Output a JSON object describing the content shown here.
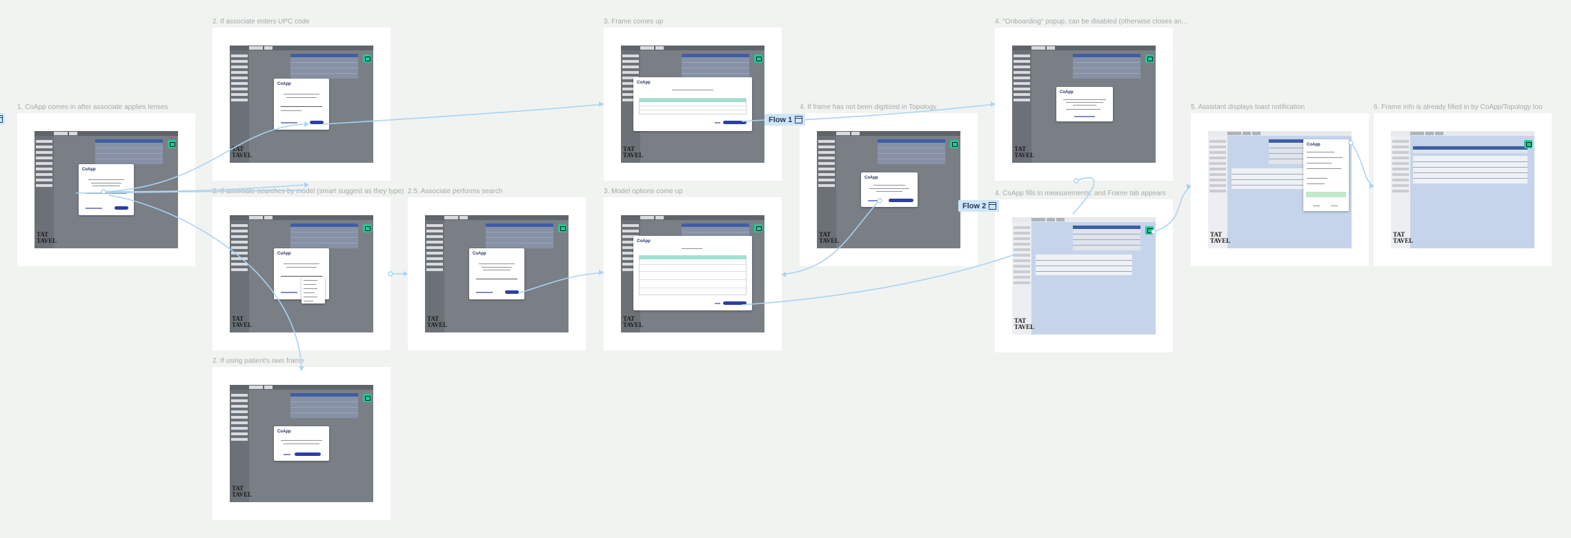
{
  "labels": {
    "f1": "1. CoApp comes in after associate applies lenses",
    "f2a": "2. If associate enters UPC code",
    "f2b": "2. If associate searches by model (smart suggest as they type)",
    "f2c": "2. If using patient's own frame",
    "f25": "2.5. Associate performs search",
    "f3a": "3. Frame comes up",
    "f3b": "3. Model options come up",
    "f4a": "4. If frame has not been digitized in Topology",
    "f4b": "4. \"Onboarding\" popup, can be disabled (otherwise closes an...",
    "f4c": "4. CoApp fills in measurements, and Frame tab appears",
    "f5": "5. Assistant displays toast notification",
    "f6": "6. Frame info is already filled in by CoApp/Topology too"
  },
  "flows": {
    "flow1": "Flow 1",
    "flow2": "Flow 2"
  },
  "screen": {
    "logo": "CoApp",
    "brand_line1": "TAT",
    "brand_line2": "TAVEL"
  },
  "colors": {
    "background": "#f1f3f1",
    "screenshot_bg": "#7a7f86",
    "connector": "#a9d3f2",
    "flow_tag": "#cfe6f9",
    "extension_badge": "#20c997",
    "primary_button": "#2b3fa5"
  }
}
